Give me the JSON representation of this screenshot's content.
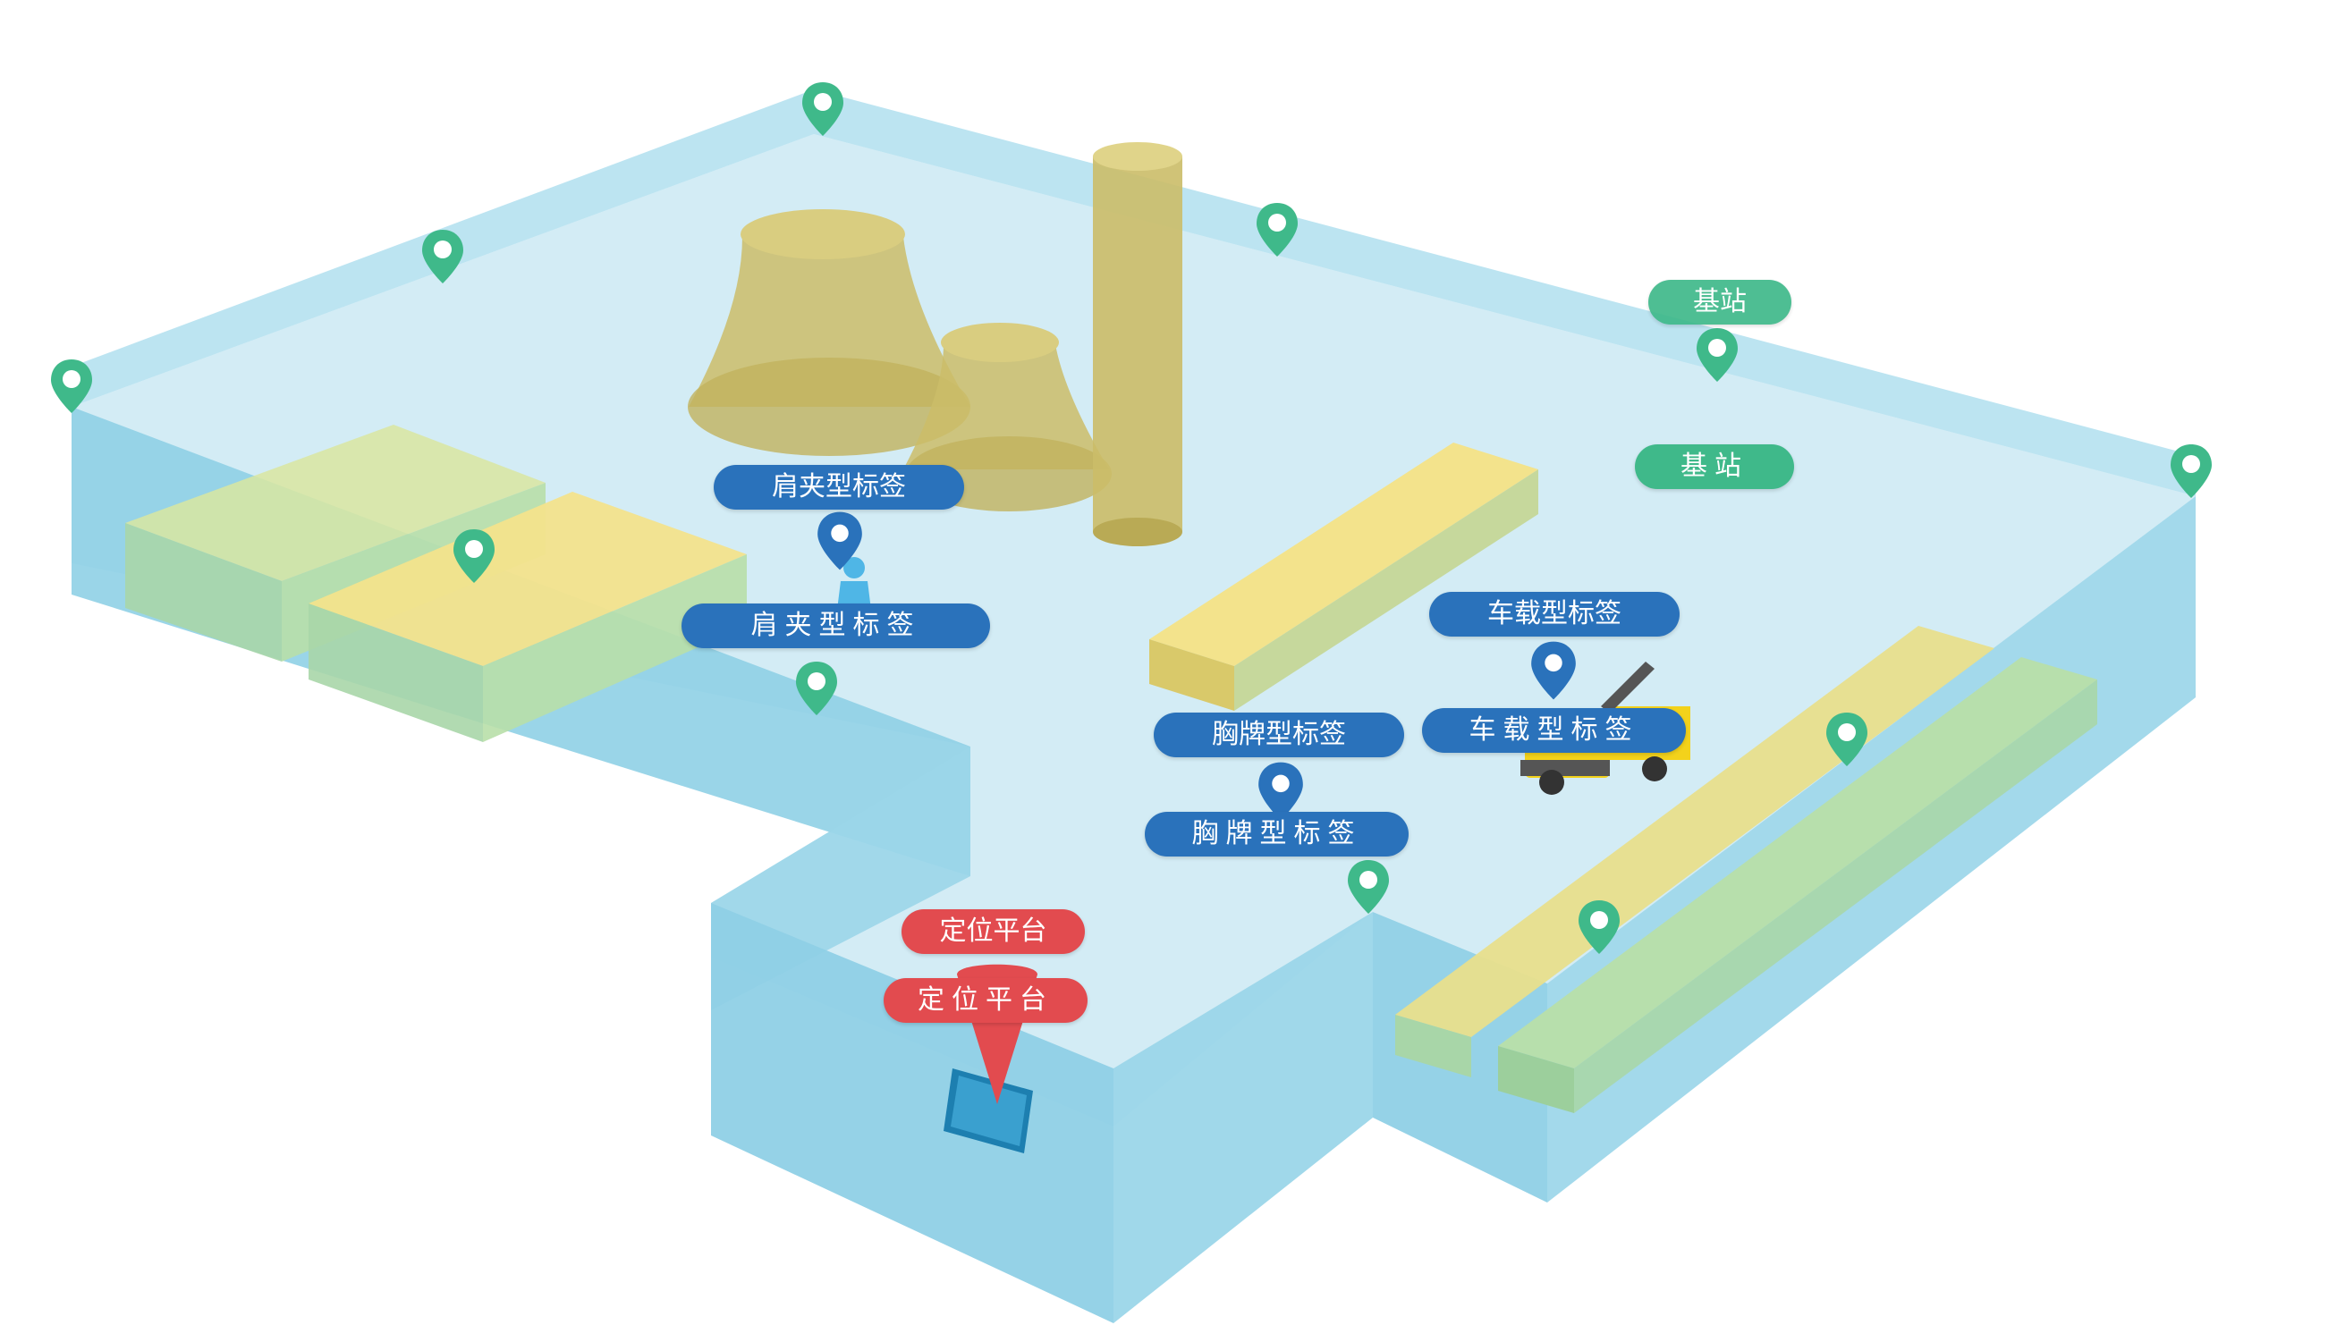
{
  "colors": {
    "floor": "#cfeaf4",
    "wall_front": "#8fd0e6",
    "wall_side": "#a8dbec",
    "building_top": "#f3e38c",
    "building_green": "#a8d6a8",
    "tower": "#cbbd68",
    "pin_green": "#3fb98a",
    "tag_blue": "#2a72bb",
    "platform_red": "#e24b4f"
  },
  "labels": {
    "shoulder_tag": "肩夹型标签",
    "vehicle_tag": "车载型标签",
    "badge_tag": "胸牌型标签",
    "base_station": "基站",
    "platform": "定位平台"
  },
  "icons": {
    "base_station_marker": "map-pin-icon",
    "tag_marker": "map-pin-icon",
    "person": "person-icon",
    "vehicle": "truck-icon",
    "terminal": "monitor-icon"
  }
}
